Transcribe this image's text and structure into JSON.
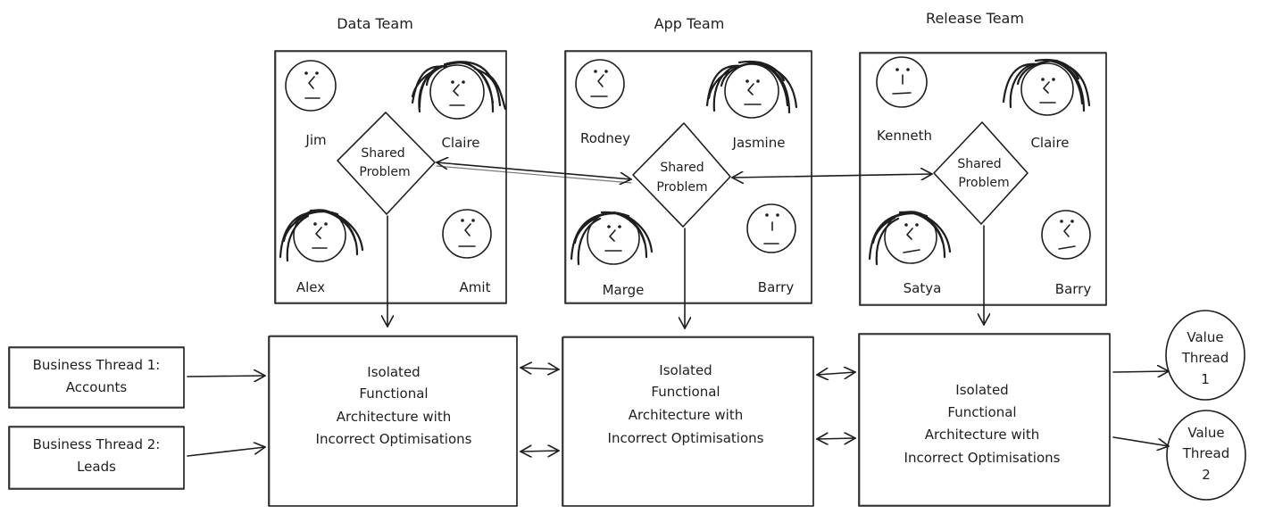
{
  "teams": [
    {
      "title": "Data Team",
      "members": [
        "Jim",
        "Claire",
        "Alex",
        "Amit"
      ],
      "problem": [
        "Shared",
        "Problem"
      ]
    },
    {
      "title": "App Team",
      "members": [
        "Rodney",
        "Jasmine",
        "Marge",
        "Barry"
      ],
      "problem": [
        "Shared",
        "Problem"
      ]
    },
    {
      "title": "Release Team",
      "members": [
        "Kenneth",
        "Claire",
        "Satya",
        "Barry"
      ],
      "problem": [
        "Shared",
        "Problem"
      ]
    }
  ],
  "architecture": {
    "lines": [
      "Isolated",
      "Functional",
      "Architecture with",
      "Incorrect Optimisations"
    ]
  },
  "inputs": [
    {
      "lines": [
        "Business Thread 1:",
        "Accounts"
      ]
    },
    {
      "lines": [
        "Business Thread 2:",
        "Leads"
      ]
    }
  ],
  "outputs": [
    {
      "lines": [
        "Value",
        "Thread",
        "1"
      ]
    },
    {
      "lines": [
        "Value",
        "Thread",
        "2"
      ]
    }
  ]
}
